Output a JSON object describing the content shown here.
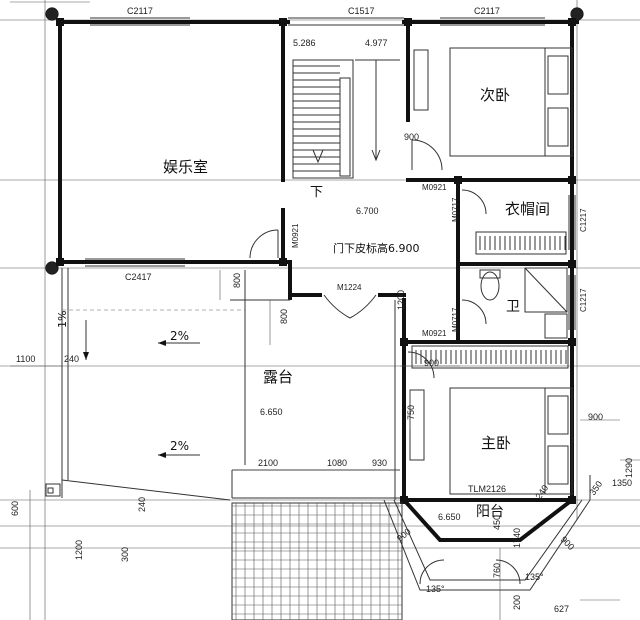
{
  "rooms": {
    "entertainment": "娱乐室",
    "second_bedroom": "次卧",
    "cloakroom": "衣帽间",
    "bathroom": "卫",
    "terrace": "露台",
    "master_bedroom": "主卧",
    "balcony": "阳台"
  },
  "stair": {
    "down_label": "下",
    "elev_left": "5.286",
    "elev_right": "4.977"
  },
  "landing": {
    "elevation": "6.700",
    "door_note": "门下皮标高6.900"
  },
  "terrace_info": {
    "elevation": "6.650",
    "slope_top": "2%",
    "slope_bottom": "2%",
    "slope_left": "1%"
  },
  "balcony_info": {
    "elevation": "6.650",
    "angle_left": "135°",
    "angle_right": "135°"
  },
  "windows": {
    "top_left": "C2117",
    "top_mid": "C1517",
    "top_right": "C2117",
    "terrace": "C2417",
    "right_upper": "C1217",
    "right_lower": "C1217",
    "master_door": "TLM2126"
  },
  "doors": {
    "stair_door": "M0921",
    "landing_door": "M1224",
    "bedroom2_door": "M0921",
    "cloak_door": "M0717",
    "bath_door": "M0717",
    "master_side": "M0921",
    "bath_small": "M0921"
  },
  "dims": {
    "d1100": "1100",
    "d240a": "240",
    "d900a": "900",
    "d900b": "900",
    "d900c": "900",
    "d900d": "900",
    "d800a": "800",
    "d800b": "800",
    "d1700": "1200",
    "d750": "750",
    "d2100": "2100",
    "d1080": "1080",
    "d930": "930",
    "d600": "600",
    "d1200": "1200",
    "d1290": "1290",
    "d627": "627",
    "d350": "350",
    "d240b": "240",
    "d240c": "240",
    "d300": "300",
    "d760": "760",
    "d200": "200",
    "d450": "450",
    "d1740": "1740",
    "d900e": "900",
    "d1350": "1350"
  }
}
